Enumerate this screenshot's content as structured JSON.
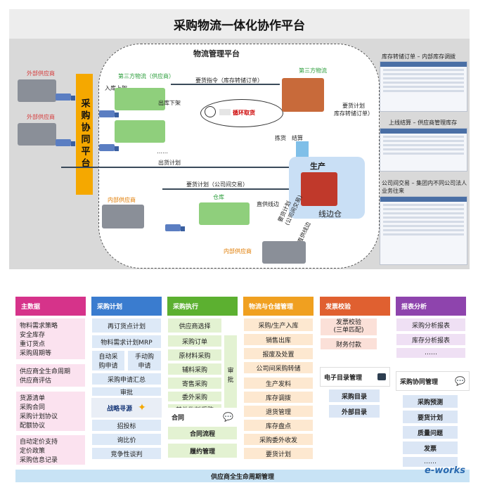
{
  "top": {
    "title": "采购物流一体化协作平台",
    "flow_platform_label": "物流管理平台",
    "external_supplier_1": "外部供应商",
    "external_supplier_2": "外部供应商",
    "procurement_platform": "采购协同平台",
    "third_party_supplier": "第三方物流（供应商）",
    "third_party": "第三方物流",
    "inbound": "入库上架",
    "outbound": "出库下架",
    "demand_instruction": "要货指令（库存转储订单）",
    "cycle_pickup": "循环取货",
    "demand_plan": "要货计划\n库存转储订单）",
    "sort_label": "拣货",
    "settle_label": "结算",
    "ellipsis": "……",
    "shipment_plan": "出货计划",
    "production": "生产",
    "line_warehouse": "线边仓",
    "inner_demand_plan": "要货计划（公司间交易）",
    "internal_supplier_1": "内部供应商",
    "warehouse": "仓库",
    "direct_line": "直供线边",
    "inner_demand_rotated": "要货计划\n(公司间交易)",
    "direct_line_2": "直供线边",
    "internal_supplier_2": "内部供应商",
    "right_title_1": "库存转储订单 – 内部库存调拨",
    "right_title_2": "上线结算 – 供应商管理库存",
    "right_title_3": "公司间交易 – 集团内不同公司法人业务往来"
  },
  "bottom": {
    "columns": [
      {
        "title": "主数据",
        "color": "#d6338a"
      },
      {
        "title": "采购计划",
        "color": "#3a7ccf"
      },
      {
        "title": "采购执行",
        "color": "#5cb030"
      },
      {
        "title": "物流与仓储管理",
        "color": "#f0a020"
      },
      {
        "title": "发票校验",
        "color": "#e06030"
      },
      {
        "title": "报表分析",
        "color": "#8e44ad"
      }
    ],
    "master_data": [
      "物料需求策略\n安全库存\n重订货点\n采购周期等",
      "供应商全生命周期\n供应商评估",
      "货源清单\n采购合同\n采购计划协议\n配额协议",
      "自动定价支持\n定价政策\n采购信息记录"
    ],
    "plan": {
      "reorder": "再订货点计划",
      "mrp": "物料需求计划MRP",
      "auto_request": "自动采\n购申请",
      "manual_request": "手动购\n申请",
      "summary": "采购申请汇总",
      "approve": "审批",
      "strategy": "战略寻源",
      "bidding": "招投标",
      "inquiry": "询比价",
      "negotiation": "竞争性谈判"
    },
    "execution": {
      "items": [
        "供应商选择",
        "采购订单",
        "原材料采购",
        "辅料采购",
        "寄售采购",
        "委外采购",
        "其他物料采购"
      ],
      "approve": "审\n批",
      "contract": "合同",
      "contract_flow": "合同流程",
      "contract_perform": "履约管理"
    },
    "logistics": {
      "items": [
        "采购/生产入库",
        "销售出库",
        "报废及处置",
        "公司间采购转储",
        "生产发料",
        "库存调拨",
        "退货管理",
        "库存盘点",
        "采购委外收发",
        "要货计划"
      ]
    },
    "invoice": {
      "verify": "发票校验\n(三单匹配)",
      "payment": "财务付款",
      "catalog": "电子目录管理",
      "purchase_catalog": "采购目录",
      "external_catalog": "外部目录"
    },
    "report": {
      "purchase_report": "采购分析报表",
      "stock_report": "库存分析报表",
      "ellipsis": "……",
      "collab": "采购协同管理",
      "forecast": "采购预测",
      "demand_plan": "要货计划",
      "quality": "质量问题",
      "invoice": "发票",
      "ellipsis2": "……"
    },
    "footer": "供应商全生命周期管理",
    "logo": "e-works"
  }
}
